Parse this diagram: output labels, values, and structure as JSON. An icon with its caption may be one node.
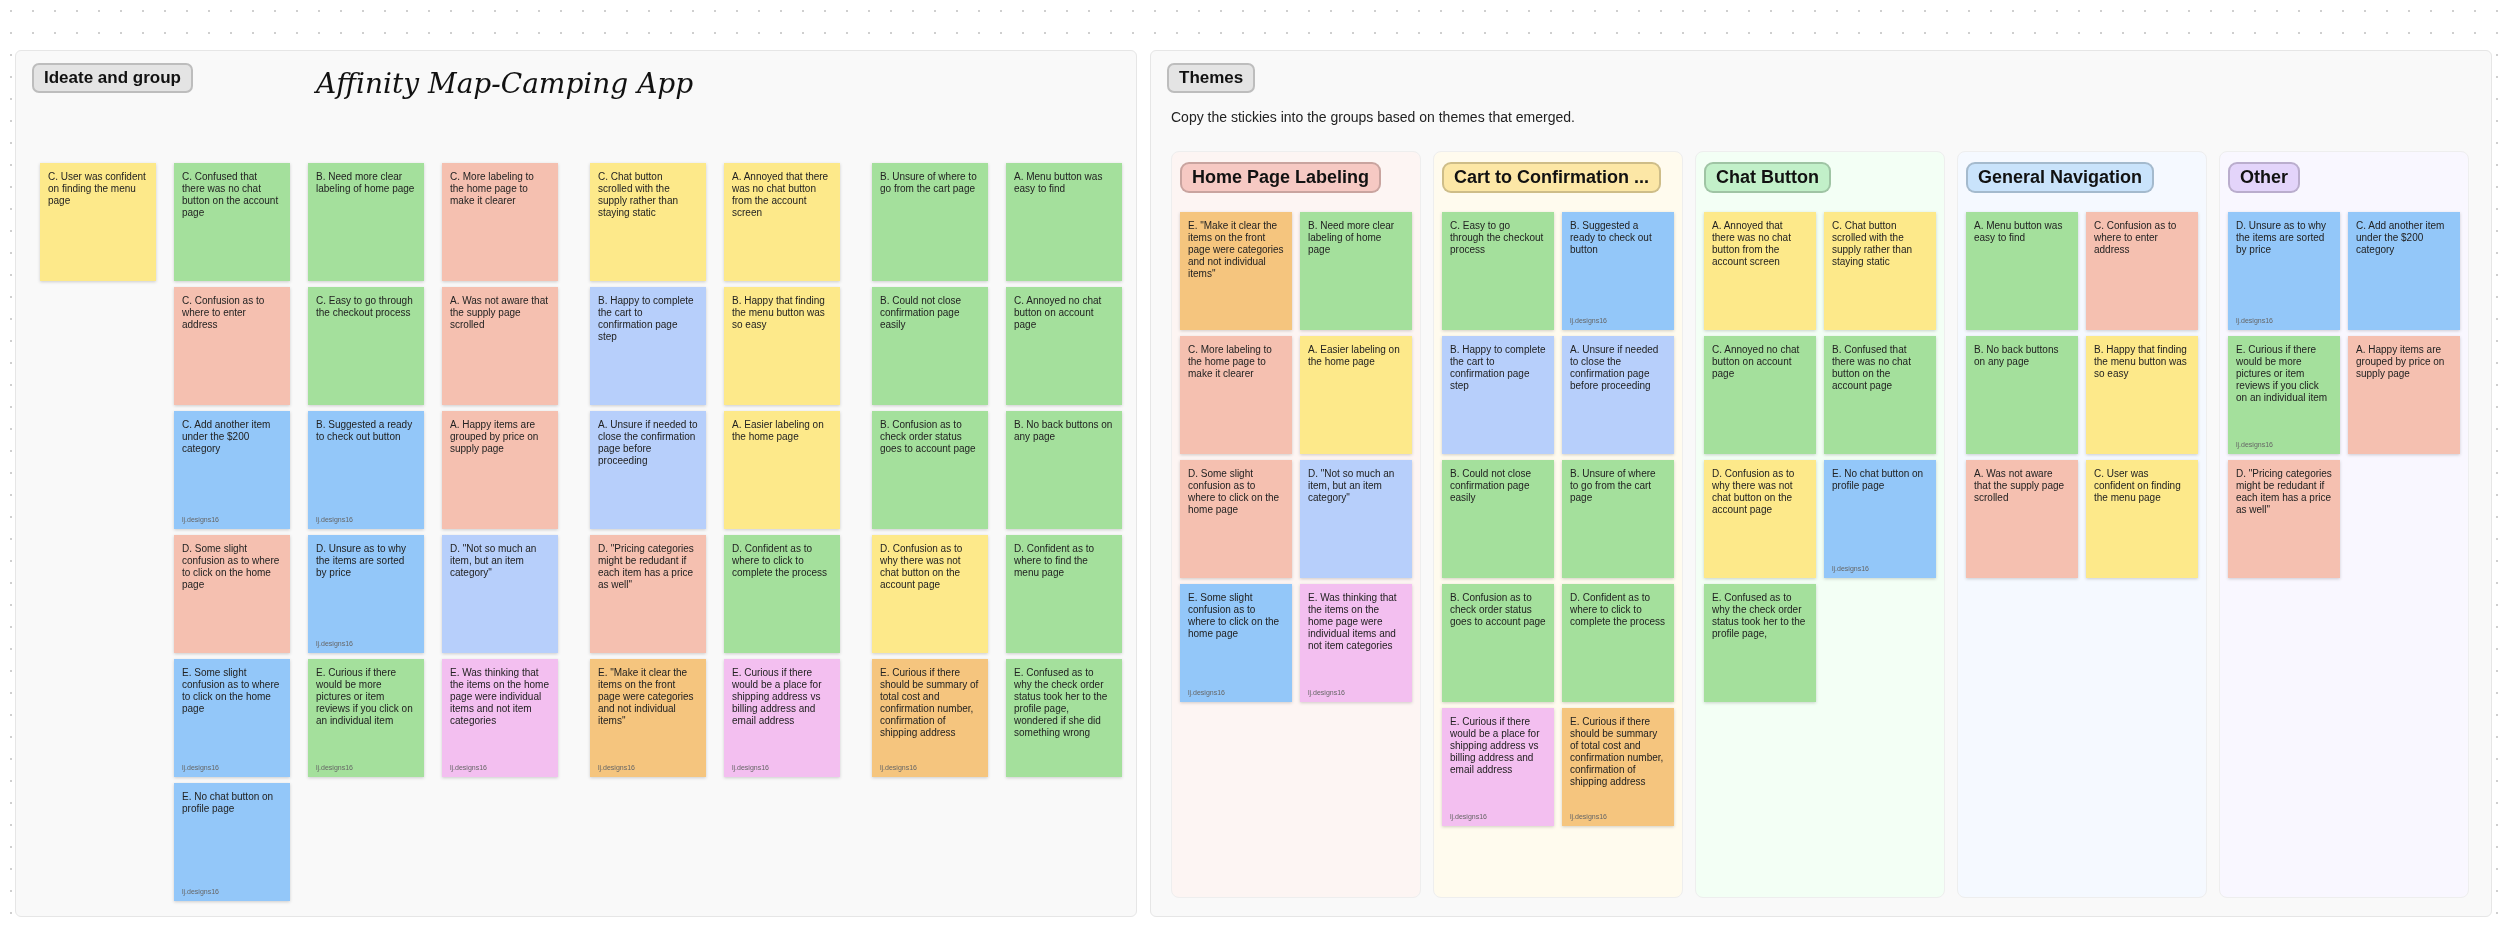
{
  "diagram": {
    "nodes": [
      {
        "text": [
          "Ideate and group",
          "Affinity Map-Camping App"
        ]
      },
      {
        "text": [
          "C. User was confident on finding the menu page"
        ],
        "in": 0
      },
      {
        "text": [
          "C. Confused that there was no chat button on the account page"
        ],
        "in": 0
      },
      {
        "text": [
          "B. Need more clear labeling of home page"
        ],
        "in": 0
      },
      {
        "text": [
          "C. More labeling to the home page to make it clearer"
        ],
        "in": 0
      },
      {
        "text": [
          "C. Chat button scrolled with the supply rather than staying static"
        ],
        "in": 0
      },
      {
        "text": [
          "A. Annoyed that there was no chat button from the account screen"
        ],
        "in": 0
      },
      {
        "text": [
          "B. Unsure of where to go from the cart page"
        ],
        "in": 0
      },
      {
        "text": [
          "A. Menu button was easy to find"
        ],
        "in": 0
      },
      {
        "text": [
          "C. Confusion as to where to enter address"
        ],
        "in": 0
      },
      {
        "text": [
          "C. Easy to go through the checkout process"
        ],
        "in": 0
      },
      {
        "text": [
          "A. Was not aware that the supply page scrolled"
        ],
        "in": 0
      },
      {
        "text": [
          "B. Happy to complete the cart to confirmation page step"
        ],
        "in": 0
      },
      {
        "text": [
          "B. Happy that finding the menu button was so easy"
        ],
        "in": 0
      },
      {
        "text": [
          "B. Could not close confirmation page easily"
        ],
        "in": 0
      },
      {
        "text": [
          "C. Annoyed no chat button on account page"
        ],
        "in": 0
      },
      {
        "text": [
          "C. Add another item under the $200 category",
          "lj.designs16"
        ],
        "in": 0
      },
      {
        "text": [
          "B. Suggested a ready to check out button",
          "lj.designs16"
        ],
        "in": 0
      },
      {
        "text": [
          "A. Happy items are grouped by price on supply page"
        ],
        "in": 0
      },
      {
        "text": [
          "A. Unsure if needed to close the confirmation page before proceeding"
        ],
        "in": 0
      },
      {
        "text": [
          "A. Easier labeling on the home page"
        ],
        "in": 0
      },
      {
        "text": [
          "B. Confusion as to check order status goes to account page"
        ],
        "in": 0
      },
      {
        "text": [
          "B. No back buttons on any page"
        ],
        "in": 0
      },
      {
        "text": [
          "D. Some slight confusion as to where to click on the home page"
        ],
        "in": 0
      },
      {
        "text": [
          "D. Unsure as to why the items are sorted by price",
          "lj.designs16"
        ],
        "in": 0
      },
      {
        "text": [
          "D. \"Not so much an item, but an item category\""
        ],
        "in": 0
      },
      {
        "text": [
          "D. \"Pricing categories might be redudant if each item has a price as well\""
        ],
        "in": 0
      },
      {
        "text": [
          "D. Confident as to where to click to complete the process"
        ],
        "in": 0
      },
      {
        "text": [
          "D. Confusion as to why there was not chat button on the account page"
        ],
        "in": 0
      },
      {
        "text": [
          "D. Confident as to where to find the menu page"
        ],
        "in": 0
      },
      {
        "text": [
          "E. Some slight confusion as to where to click on the home page",
          "lj.designs16"
        ],
        "in": 0
      },
      {
        "text": [
          "E. Curious if there would be more pictures or item reviews if you click on an individual item",
          "lj.designs16"
        ],
        "in": 0
      },
      {
        "text": [
          "E. Was thinking that the items on the home page were individual items and not item categories",
          "lj.designs16"
        ],
        "in": 0
      },
      {
        "text": [
          "E. \"Make it clear the items on the front page were categories and not individual items\"",
          "lj.designs16"
        ],
        "in": 0
      },
      {
        "text": [
          "E. Curious if there would be a place for shipping address vs billing address and email address",
          "lj.designs16"
        ],
        "in": 0
      },
      {
        "text": [
          "E. Curious if there should be summary of total cost and confirmation number, confirmation of shipping address",
          "lj.designs16"
        ],
        "in": 0
      },
      {
        "text": [
          "E. Confused as to why the check order status took her to the profile page, wondered if she did something wrong"
        ],
        "in": 0
      },
      {
        "text": [
          "E. No chat button on profile page",
          "lj.designs16"
        ],
        "in": 0
      },
      {
        "text": [
          "Themes",
          "Copy the stickies into the groups based on themes that emerged."
        ]
      },
      {
        "text": [
          "Home Page Labeling"
        ],
        "in": 38
      },
      {
        "text": [
          "E. \"Make it clear the items on the front page were categories and not individual items\""
        ],
        "in": 39
      },
      {
        "text": [
          "B. Need more clear labeling of home page"
        ],
        "in": 39
      },
      {
        "text": [
          "C. More labeling to the home page to make it clearer"
        ],
        "in": 39
      },
      {
        "text": [
          "A. Easier labeling on the home page"
        ],
        "in": 39
      },
      {
        "text": [
          "D. Some slight confusion as to where to click on the home page"
        ],
        "in": 39
      },
      {
        "text": [
          "D. \"Not so much an item, but an item category\""
        ],
        "in": 39
      },
      {
        "text": [
          "E. Some slight confusion as to where to click on the home page",
          "lj.designs16"
        ],
        "in": 39
      },
      {
        "text": [
          "E. Was thinking that the items on the home page were individual items and not item categories",
          "lj.designs16"
        ],
        "in": 39
      },
      {
        "text": [
          "Cart to Confirmation ..."
        ],
        "in": 38
      },
      {
        "text": [
          "C. Easy to go through the checkout process"
        ],
        "in": 48
      },
      {
        "text": [
          "B. Suggested a ready to check out button",
          "lj.designs16"
        ],
        "in": 48
      },
      {
        "text": [
          "B. Happy to complete the cart to confirmation page step"
        ],
        "in": 48
      },
      {
        "text": [
          "A. Unsure if needed to close the confirmation page before proceeding"
        ],
        "in": 48
      },
      {
        "text": [
          "B. Could not close confirmation page easily"
        ],
        "in": 48
      },
      {
        "text": [
          "B. Unsure of where to go from the cart page"
        ],
        "in": 48
      },
      {
        "text": [
          "B. Confusion as to check order status goes to account page"
        ],
        "in": 48
      },
      {
        "text": [
          "D. Confident as to where to click to complete the process"
        ],
        "in": 48
      },
      {
        "text": [
          "E. Curious if there would be a place for shipping address vs billing address and email address",
          "lj.designs16"
        ],
        "in": 48
      },
      {
        "text": [
          "E. Curious if there should be summary of total cost and confirmation number, confirmation of shipping address",
          "lj.designs16"
        ],
        "in": 48
      },
      {
        "text": [
          "Chat Button"
        ],
        "in": 38
      },
      {
        "text": [
          "A. Annoyed that there was no chat button from the account screen"
        ],
        "in": 59
      },
      {
        "text": [
          "C. Chat button scrolled with the supply rather than staying static"
        ],
        "in": 59
      },
      {
        "text": [
          "C. Annoyed no chat button on account page"
        ],
        "in": 59
      },
      {
        "text": [
          "B. Confused that there was no chat button on the account page"
        ],
        "in": 59
      },
      {
        "text": [
          "D. Confusion as to why there was not chat button on the account page"
        ],
        "in": 59
      },
      {
        "text": [
          "E. No chat button on profile page",
          "lj.designs16"
        ],
        "in": 59
      },
      {
        "text": [
          "E. Confused as to why the check order status took her to the profile page,"
        ],
        "in": 59
      },
      {
        "text": [
          "General Navigation"
        ],
        "in": 38
      },
      {
        "text": [
          "A. Menu button was easy to find"
        ],
        "in": 67
      },
      {
        "text": [
          "C. Confusion as to where to enter address"
        ],
        "in": 67
      },
      {
        "text": [
          "B. No back buttons on any page"
        ],
        "in": 67
      },
      {
        "text": [
          "B. Happy that finding the menu button was so easy"
        ],
        "in": 67
      },
      {
        "text": [
          "A. Was not aware that the supply page scrolled"
        ],
        "in": 67
      },
      {
        "text": [
          "C. User was confident on finding the menu page"
        ],
        "in": 67
      },
      {
        "text": [
          "Other"
        ],
        "in": 38
      },
      {
        "text": [
          "D. Unsure as to why the items are sorted by price",
          "lj.designs16"
        ],
        "in": 74
      },
      {
        "text": [
          "C. Add another item under the $200 category"
        ],
        "in": 74
      },
      {
        "text": [
          "E. Curious if there would be more pictures or item reviews if you click on an individual item",
          "lj.designs16"
        ],
        "in": 74
      },
      {
        "text": [
          "A. Happy items are grouped by price on supply page"
        ],
        "in": 74
      },
      {
        "text": [
          "D. \"Pricing categories might be redudant if each item has a price as well\""
        ],
        "in": 74
      }
    ]
  }
}
